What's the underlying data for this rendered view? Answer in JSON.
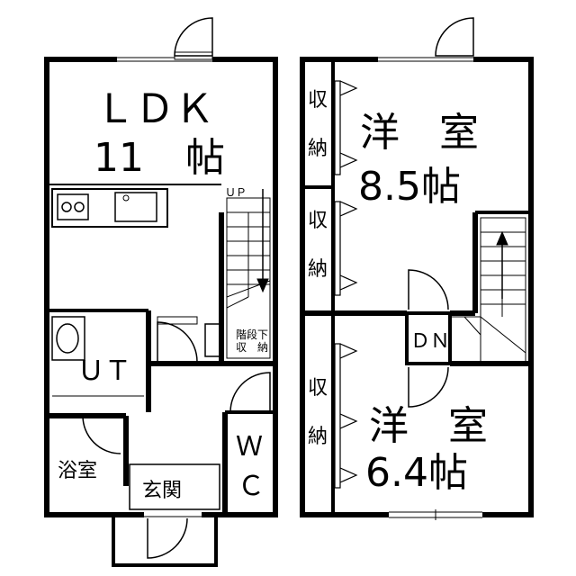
{
  "floor1": {
    "ldk": {
      "title": "ＬＤＫ",
      "number": "11",
      "unit": "帖"
    },
    "up": "ＵＰ",
    "ut": "ＵＴ",
    "under_stair_line1": "階段下",
    "under_stair_line2": "収　納",
    "bath": "浴室",
    "entrance": "玄関",
    "wc_line1": "Ｗ",
    "wc_line2": "Ｃ"
  },
  "floor2": {
    "closet_char1": "収",
    "closet_char2": "納",
    "room_top_name": "洋　室",
    "room_top_size": "8.5帖",
    "room_bottom_name": "洋　室",
    "room_bottom_size": "6.4帖",
    "down": "ＤＮ"
  },
  "colors": {
    "wall": "#000000",
    "background": "#ffffff",
    "line": "#333333"
  }
}
